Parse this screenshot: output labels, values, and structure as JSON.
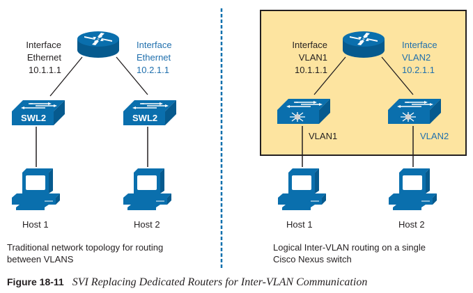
{
  "colors": {
    "cisco_blue": "#0a6fad",
    "cisco_dark": "#065a8e",
    "label_blue": "#1f6fad",
    "panel_fill": "#fde4a0",
    "divider": "#0a6fad"
  },
  "left_panel": {
    "router": {
      "icon": "router-icon"
    },
    "left_interface": {
      "line1": "Interface",
      "line2": "Ethernet",
      "ip": "10.1.1.1"
    },
    "right_interface": {
      "line1": "Interface",
      "line2": "Ethernet",
      "ip": "10.2.1.1"
    },
    "switches": [
      {
        "label": "SWL2",
        "icon": "layer2-switch-icon"
      },
      {
        "label": "SWL2",
        "icon": "layer2-switch-icon"
      }
    ],
    "hosts": [
      {
        "label": "Host 1",
        "icon": "workstation-icon"
      },
      {
        "label": "Host 2",
        "icon": "workstation-icon"
      }
    ],
    "caption": {
      "line1": "Traditional network topology for routing",
      "line2": "between VLANS"
    }
  },
  "right_panel": {
    "router": {
      "icon": "router-icon"
    },
    "left_interface": {
      "line1": "Interface",
      "line2": "VLAN1",
      "ip": "10.1.1.1"
    },
    "right_interface": {
      "line1": "Interface",
      "line2": "VLAN2",
      "ip": "10.2.1.1"
    },
    "switches": [
      {
        "vlan_label": "VLAN1",
        "icon": "nexus-switch-icon"
      },
      {
        "vlan_label": "VLAN2",
        "icon": "nexus-switch-icon"
      }
    ],
    "hosts": [
      {
        "label": "Host 1",
        "icon": "workstation-icon"
      },
      {
        "label": "Host 2",
        "icon": "workstation-icon"
      }
    ],
    "caption": {
      "line1": "Logical Inter-VLAN routing on a single",
      "line2": "Cisco Nexus switch"
    }
  },
  "figure": {
    "number": "Figure 18-11",
    "title": "SVI Replacing Dedicated Routers for Inter-VLAN Communication"
  }
}
